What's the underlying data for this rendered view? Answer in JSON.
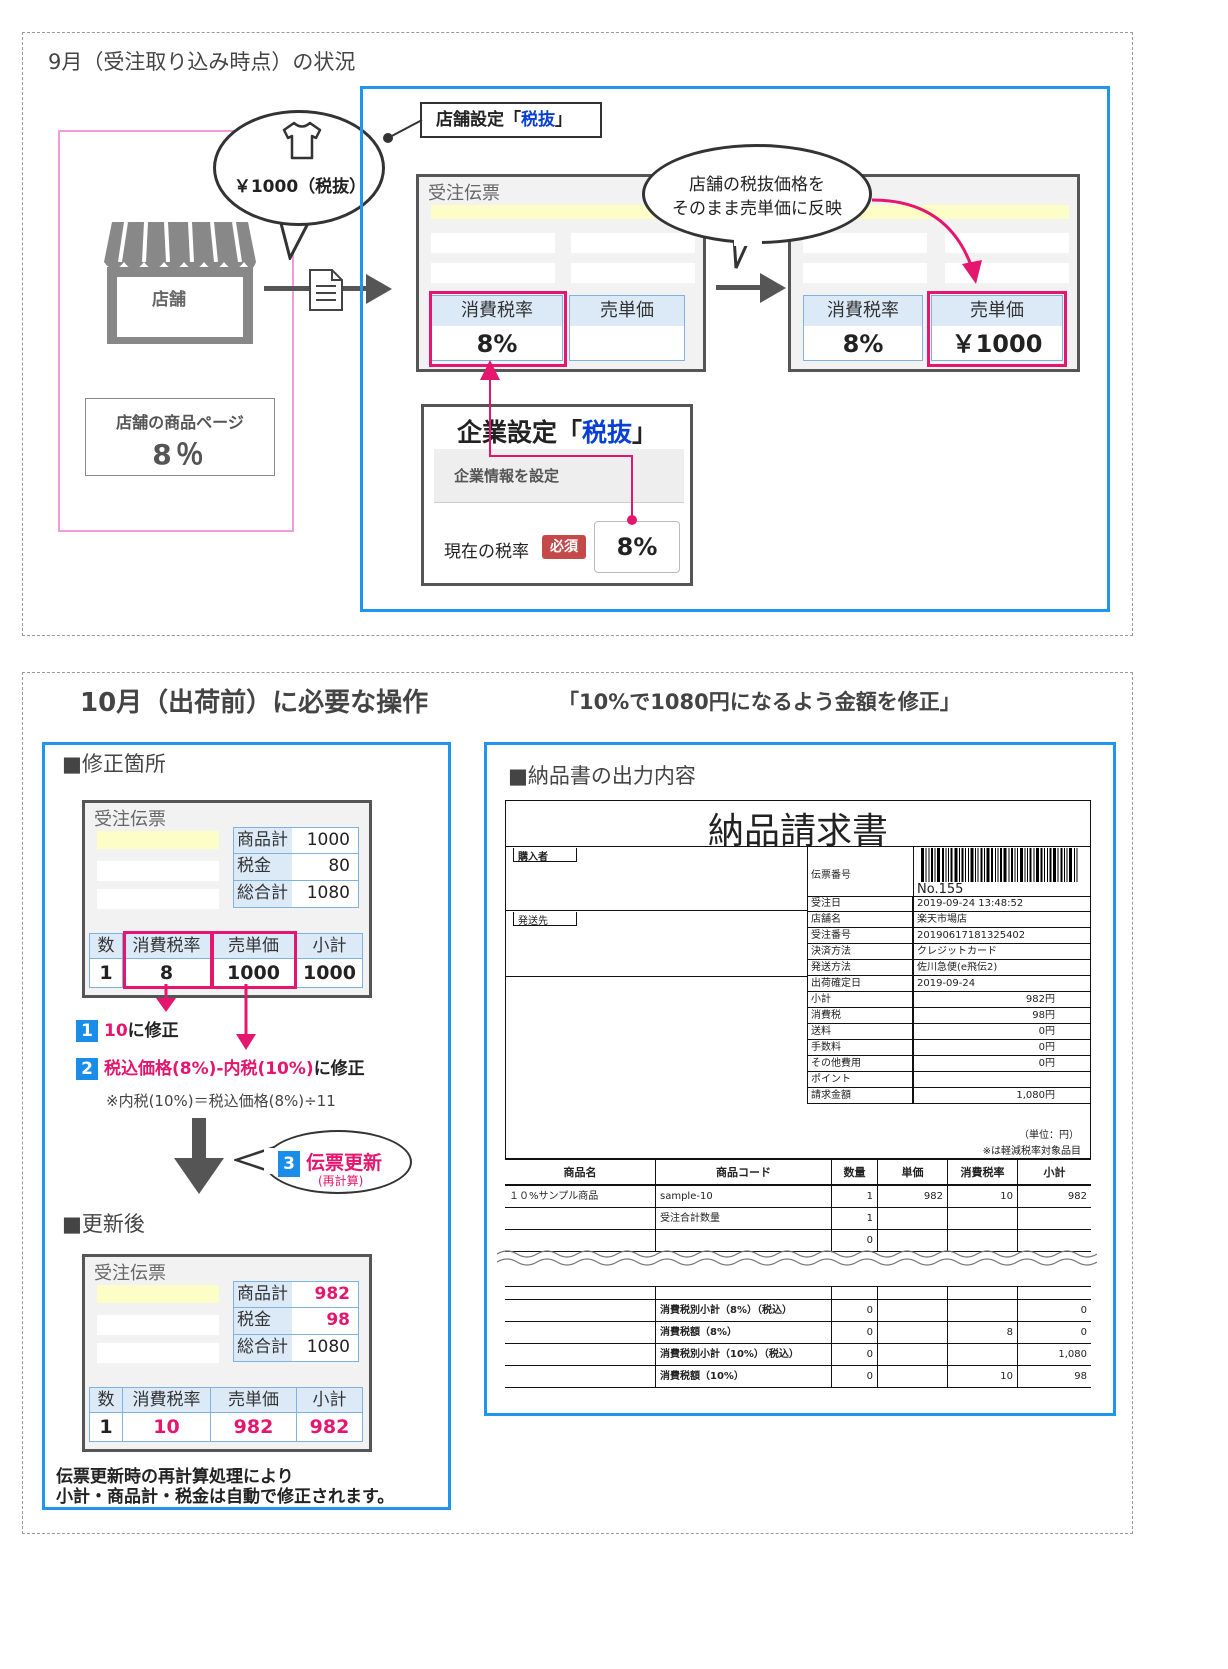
{
  "sep": {
    "title": "9月（受注取り込み時点）の状況",
    "store_label": "店舗",
    "price_bubble": "￥1000（税抜）",
    "store_page_label": "店舗の商品ページ",
    "store_page_rate": "8％",
    "shop_setting_prefix": "店舗設定「",
    "shop_setting_value": "税抜",
    "shop_setting_suffix": "」",
    "reflect_line1": "店舗の税抜価格を",
    "reflect_line2": "そのまま売単価に反映",
    "slip_title": "受注伝票",
    "tax_rate_head": "消費税率",
    "unit_price_head": "売単価",
    "tax_rate_val": "8%",
    "unit_price_after": "￥1000",
    "company_setting_prefix": "企業設定「",
    "company_setting_value": "税抜",
    "company_setting_suffix": "」",
    "company_info_head": "企業情報を設定",
    "current_rate_label": "現在の税率",
    "required_badge": "必須",
    "current_rate_val": "8%"
  },
  "oct": {
    "title": "10月（出荷前）に必要な操作",
    "subtitle": "「10%で1080円になるよう金額を修正」",
    "fix_header": "■修正箇所",
    "slip_title": "受注伝票",
    "sum_rows_before": [
      {
        "label": "商品計",
        "value": "1000"
      },
      {
        "label": "税金",
        "value": "80"
      },
      {
        "label": "総合計",
        "value": "1080"
      }
    ],
    "line_heads": [
      "数",
      "消費税率",
      "売単価",
      "小計"
    ],
    "line_vals_before": [
      "1",
      "8",
      "1000",
      "1000"
    ],
    "step1_num": "1",
    "step1_val": "10",
    "step1_suffix": "に修正",
    "step2_num": "2",
    "step2_val": "税込価格(8%)-内税(10%)",
    "step2_suffix": "に修正",
    "step2_note": "※内税(10%)＝税込価格(8%)÷11",
    "step3_num": "3",
    "step3_label": "伝票更新",
    "step3_sub": "(再計算)",
    "after_header": "■更新後",
    "sum_rows_after": [
      {
        "label": "商品計",
        "value": "982"
      },
      {
        "label": "税金",
        "value": "98"
      },
      {
        "label": "総合計",
        "value": "1080"
      }
    ],
    "line_vals_after": [
      "1",
      "10",
      "982",
      "982"
    ],
    "note_line1": "伝票更新時の再計算処理により",
    "note_line2": "小計・商品計・税金は自動で修正されます。",
    "output_header": "■納品書の出力内容"
  },
  "invoice": {
    "title": "納品請求書",
    "buyer": "購入者",
    "ship_to": "発送先",
    "slip_no_label": "伝票番号",
    "barcode_no": "No.155",
    "info": [
      [
        "受注日",
        "2019-09-24 13:48:52"
      ],
      [
        "店舗名",
        "楽天市場店"
      ],
      [
        "受注番号",
        "20190617181325402"
      ],
      [
        "決済方法",
        "クレジットカード"
      ],
      [
        "発送方法",
        "佐川急便(e飛伝2)"
      ],
      [
        "出荷確定日",
        "2019-09-24"
      ],
      [
        "小計",
        "982円"
      ],
      [
        "消費税",
        "98円"
      ],
      [
        "送料",
        "0円"
      ],
      [
        "手数料",
        "0円"
      ],
      [
        "その他費用",
        "0円"
      ],
      [
        "ポイント",
        ""
      ],
      [
        "請求金額",
        "1,080円"
      ]
    ],
    "unit_note": "（単位：円）",
    "reduced_note": "※は軽減税率対象品目",
    "table_heads": [
      "商品名",
      "商品コード",
      "数量",
      "単価",
      "消費税率",
      "小計"
    ],
    "row1": [
      "１０%サンプル商品",
      "sample-10",
      "1",
      "982",
      "10",
      "982"
    ],
    "row2_label": "受注合計数量",
    "row2_qty": "1",
    "row3_qty": "0",
    "bottom_rows": [
      [
        "消費税別小計（8%）（税込）",
        "0",
        "",
        "0"
      ],
      [
        "消費税額（8%）",
        "0",
        "8",
        "0"
      ],
      [
        "消費税別小計（10%）（税込）",
        "0",
        "",
        "1,080"
      ],
      [
        "消費税額（10%）",
        "0",
        "10",
        "98"
      ]
    ]
  }
}
